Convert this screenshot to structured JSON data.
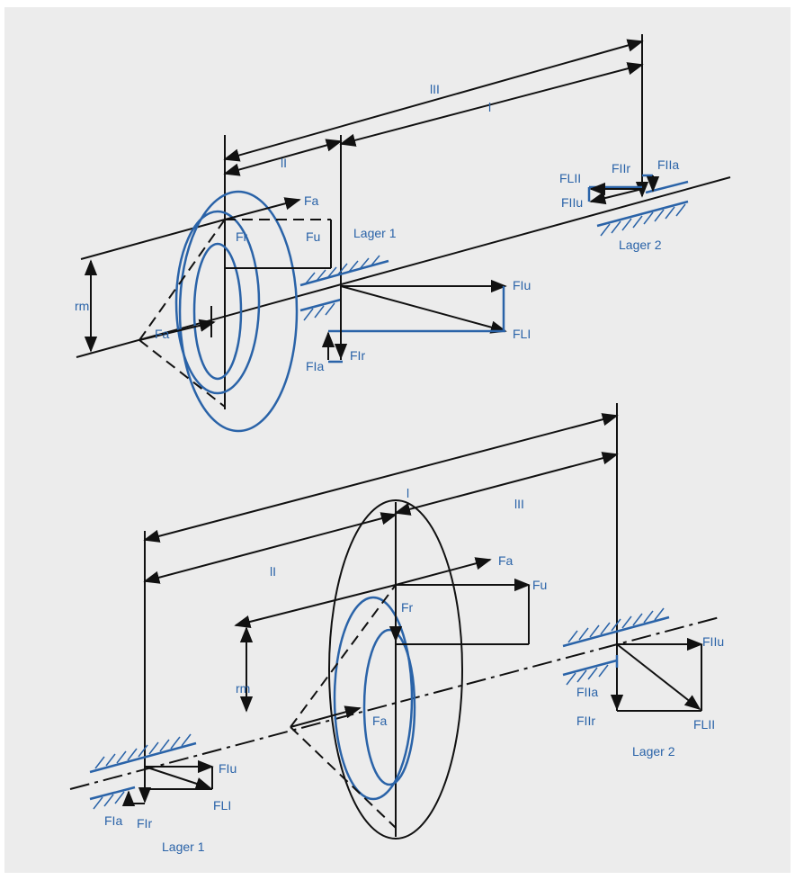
{
  "colors": {
    "background": "#ececec",
    "line": "#111111",
    "accent": "#2a63a8"
  },
  "top": {
    "labels": {
      "lII": "lII",
      "l": "l",
      "lI": "lI",
      "rm": "rm",
      "Fa1": "Fa",
      "Fr": "Fr",
      "Fu": "Fu",
      "Fa2": "Fa",
      "FIu": "FIu",
      "FLI": "FLI",
      "FIr": "FIr",
      "FIa": "FIa",
      "FLII": "FLII",
      "FIIr": "FIIr",
      "FIIa": "FIIa",
      "FIIu": "FIIu",
      "lager1": "Lager 1",
      "lager2": "Lager 2"
    }
  },
  "bottom": {
    "labels": {
      "l": "l",
      "lII": "lII",
      "lI": "lI",
      "rm": "rm",
      "Fa1": "Fa",
      "Fr": "Fr",
      "Fu": "Fu",
      "Fa2": "Fa",
      "FIIu": "FIIu",
      "FIIa": "FIIa",
      "FIIr": "FIIr",
      "FLII": "FLII",
      "FIu": "FIu",
      "FLI": "FLI",
      "FIa": "FIa",
      "FIr": "FIr",
      "lager1": "Lager 1",
      "lager2": "Lager 2"
    }
  }
}
